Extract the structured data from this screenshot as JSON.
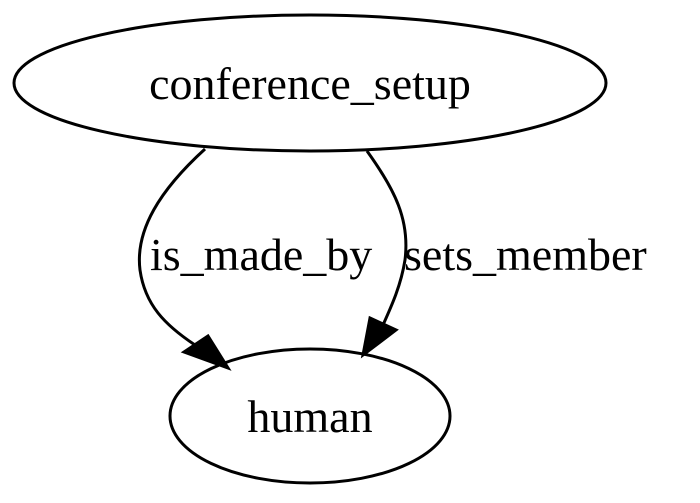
{
  "nodes": {
    "conference_setup": {
      "label": "conference_setup"
    },
    "human": {
      "label": "human"
    }
  },
  "edges": [
    {
      "from": "conference_setup",
      "to": "human",
      "label": "is_made_by"
    },
    {
      "from": "conference_setup",
      "to": "human",
      "label": "sets_member"
    }
  ]
}
